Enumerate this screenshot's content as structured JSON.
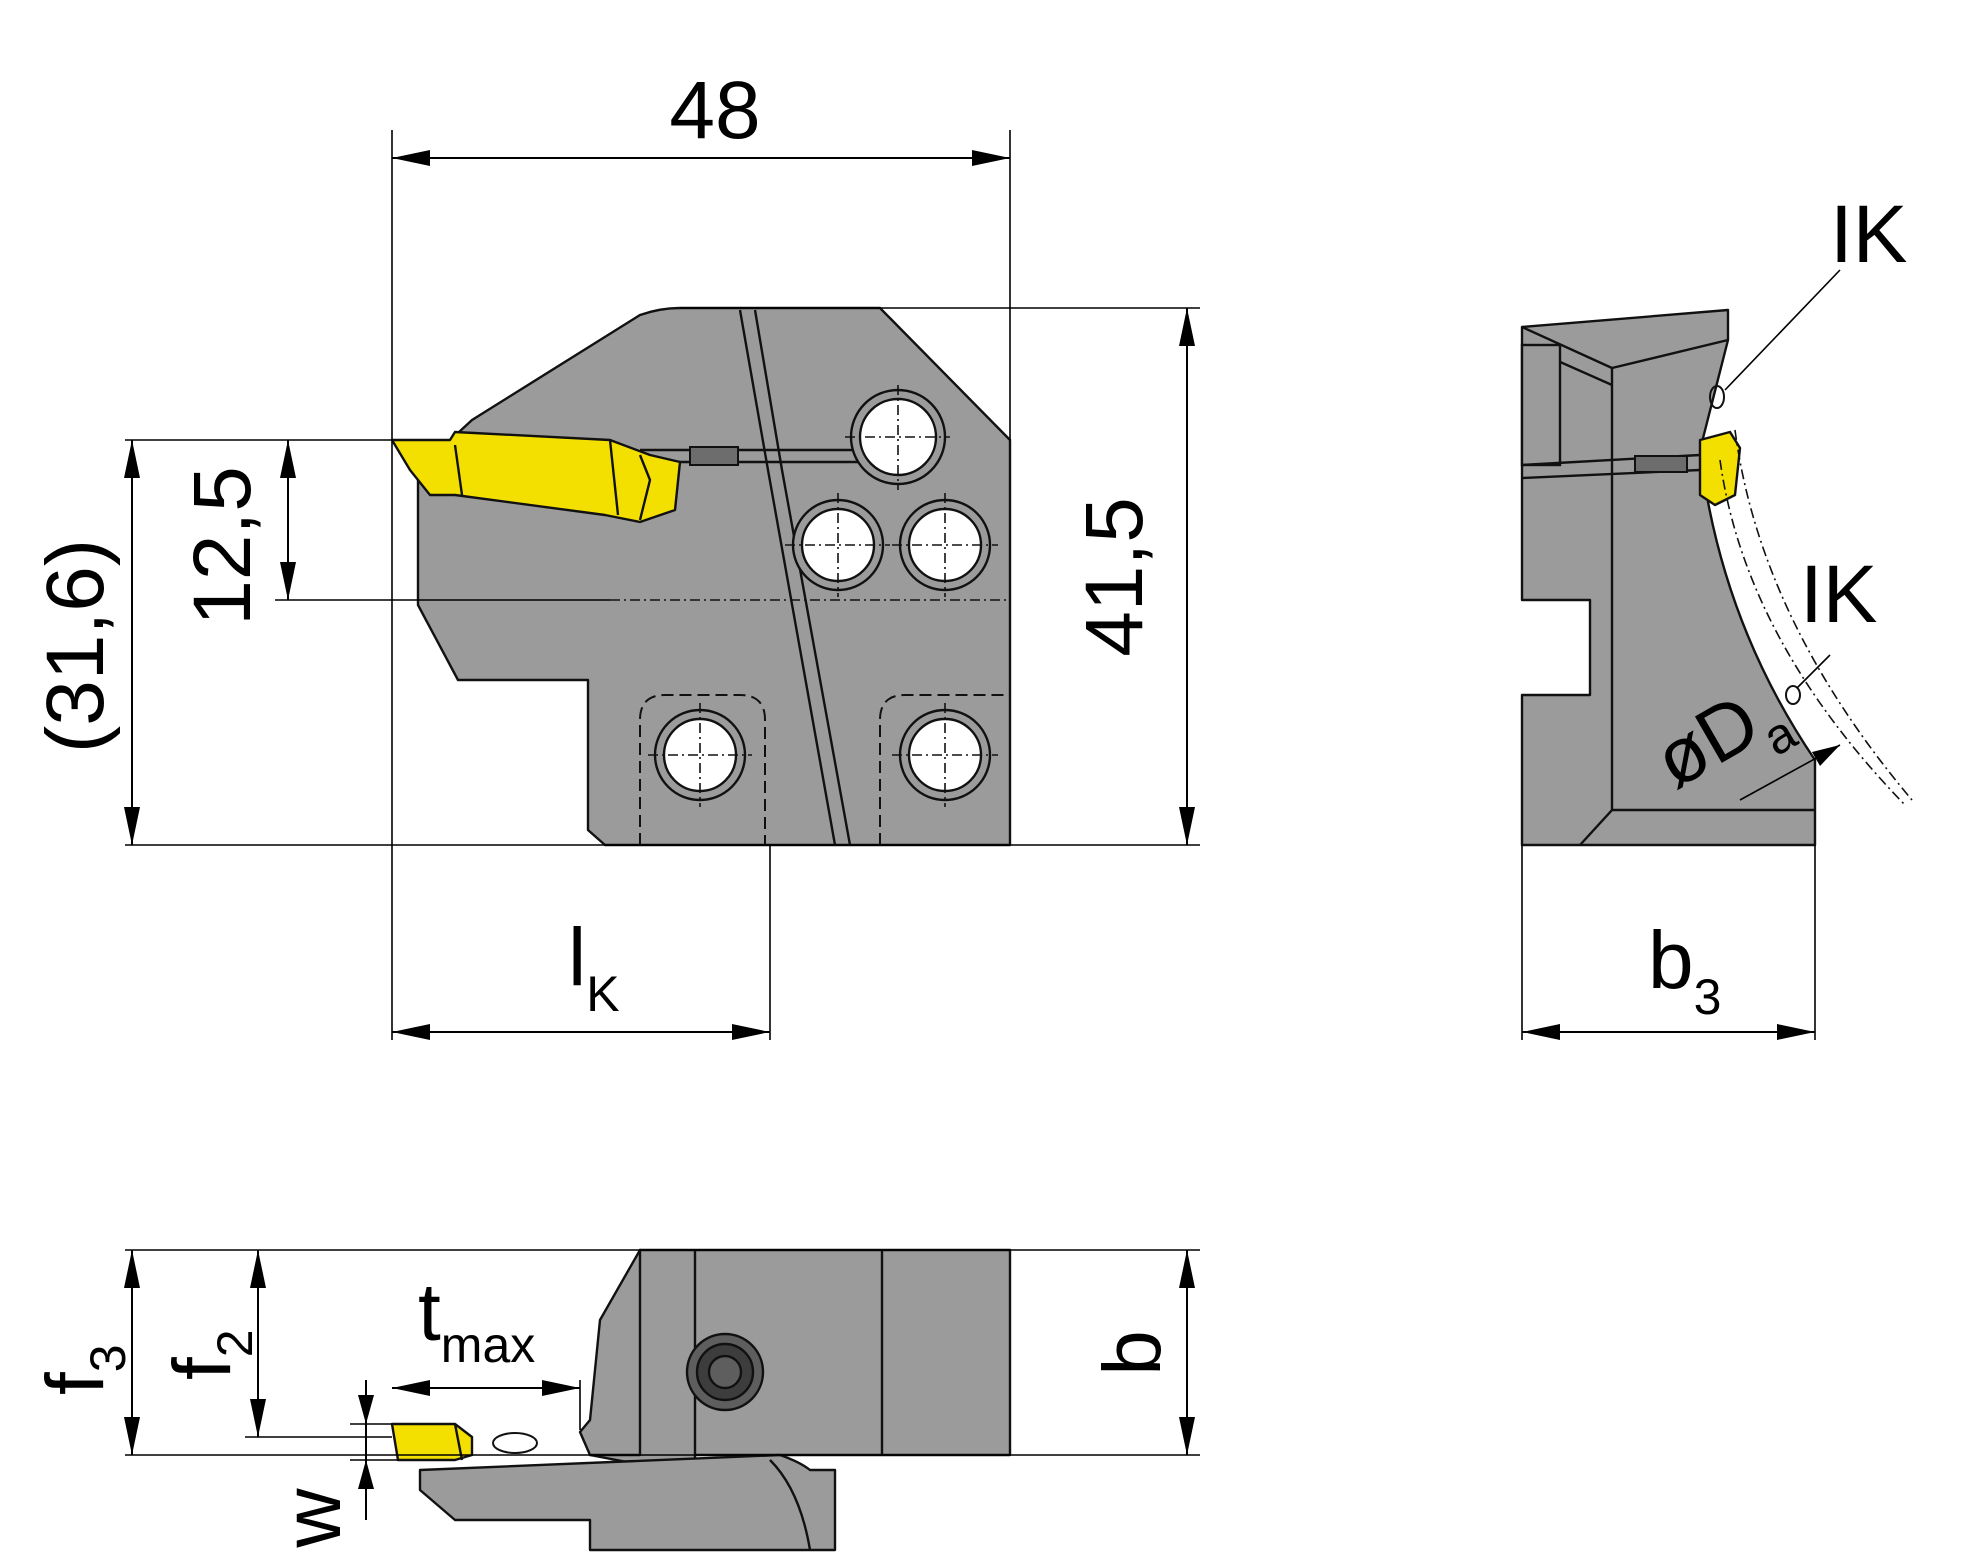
{
  "drawing": {
    "front_view": {
      "dim_width": "48",
      "dim_height": "41,5",
      "dim_insert_height": "12,5",
      "dim_overall_height": "(31,6)",
      "dim_lk_symbol": "l",
      "dim_lk_subscript": "K"
    },
    "side_view": {
      "coolant_label_top": "IK",
      "coolant_label_bottom": "IK",
      "diameter_symbol": "øD",
      "diameter_subscript": "a",
      "width_symbol": "b",
      "width_subscript": "3"
    },
    "top_view": {
      "f3_symbol": "f",
      "f3_subscript": "3",
      "f2_symbol": "f",
      "f2_subscript": "2",
      "tmax_symbol": "t",
      "tmax_subscript": "max",
      "b_symbol": "b",
      "w_symbol": "w"
    },
    "colors": {
      "body": "#9b9b9b",
      "insert": "#f4e000",
      "lines": "#000000"
    }
  }
}
